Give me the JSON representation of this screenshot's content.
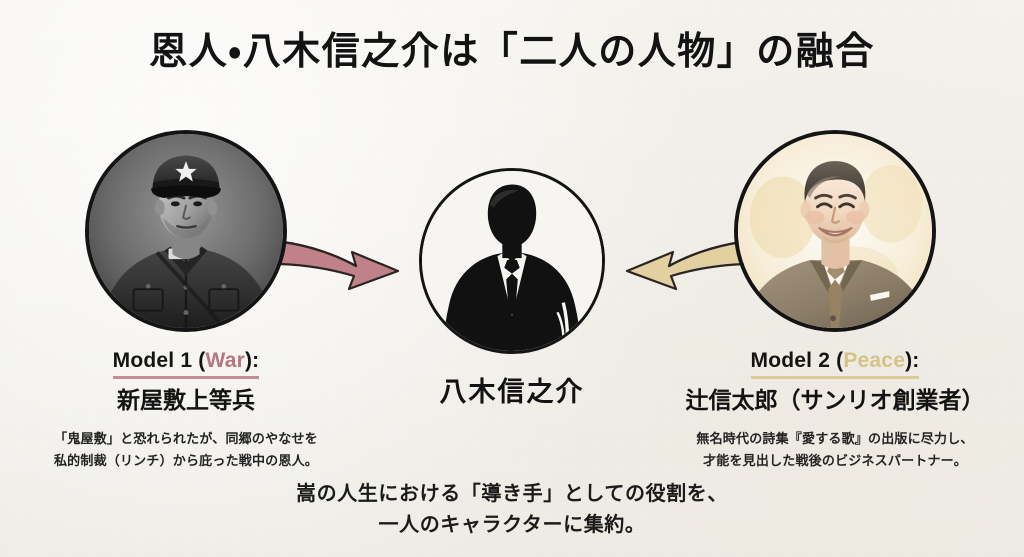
{
  "slide": {
    "title": "恩人・八木信之介は「二人の人物」の融合",
    "background_color": "#f4f2ed"
  },
  "left": {
    "portrait_icon": "vintage-soldier-photo",
    "head_prefix": "Model 1 (",
    "head_accent": "War",
    "head_suffix": "):",
    "accent_color": "#b5777d",
    "name": "新屋敷上等兵",
    "desc_line1": "「鬼屋敷」と恐れられたが、同郷のやなせを",
    "desc_line2": "私的制裁（リンチ）から庇った戦中の恩人。"
  },
  "center": {
    "portrait_icon": "businessman-silhouette",
    "name": "八木信之介"
  },
  "right": {
    "portrait_icon": "watercolor-portrait",
    "head_prefix": "Model 2 (",
    "head_accent": "Peace",
    "head_suffix": "):",
    "accent_color": "#d6c287",
    "name": "辻信太郎（サンリオ創業者）",
    "desc_line1": "無名時代の詩集『愛する歌』の出版に尽力し、",
    "desc_line2": "才能を見出した戦後のビジネスパートナー。"
  },
  "arrows": {
    "left_arrow_icon": "curved-arrow-right",
    "left_arrow_color": "#c08288",
    "right_arrow_icon": "curved-arrow-left",
    "right_arrow_color": "#e3d0a1"
  },
  "footer": {
    "line1": "嵩の人生における「導き手」としての役割を、",
    "line2": "一人のキャラクターに集約。"
  }
}
